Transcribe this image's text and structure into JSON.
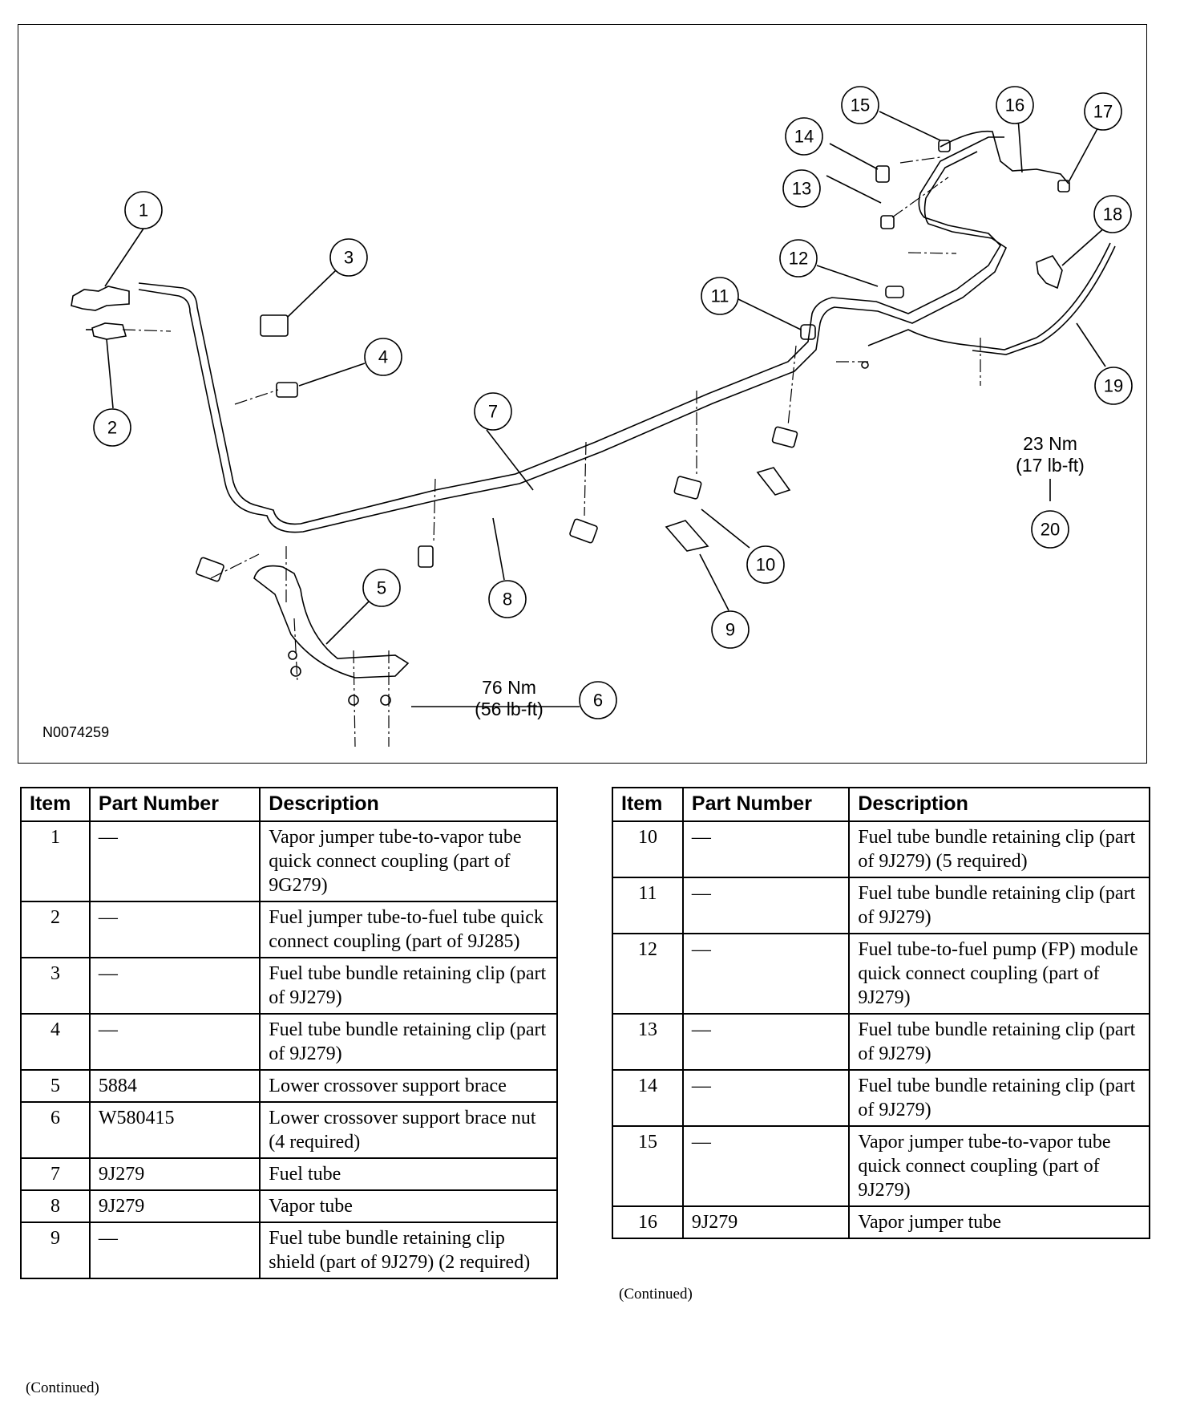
{
  "figure": {
    "id": "N0074259",
    "callouts": [
      "1",
      "2",
      "3",
      "4",
      "5",
      "6",
      "7",
      "8",
      "9",
      "10",
      "11",
      "12",
      "13",
      "14",
      "15",
      "16",
      "17",
      "18",
      "19",
      "20"
    ],
    "torque_6": {
      "nm": "76 Nm",
      "lbft": "(56 lb-ft)"
    },
    "torque_20": {
      "nm": "23 Nm",
      "lbft": "(17 lb-ft)"
    }
  },
  "headers": {
    "item": "Item",
    "part": "Part Number",
    "desc": "Description"
  },
  "table_left": [
    {
      "item": "1",
      "part": "—",
      "desc": "Vapor jumper tube-to-vapor tube quick connect coupling (part of 9G279)"
    },
    {
      "item": "2",
      "part": "—",
      "desc": "Fuel jumper tube-to-fuel tube quick connect coupling (part of 9J285)"
    },
    {
      "item": "3",
      "part": "—",
      "desc": "Fuel tube bundle retaining clip (part of 9J279)"
    },
    {
      "item": "4",
      "part": "—",
      "desc": "Fuel tube bundle retaining clip (part of 9J279)"
    },
    {
      "item": "5",
      "part": "5884",
      "desc": "Lower crossover support brace"
    },
    {
      "item": "6",
      "part": "W580415",
      "desc": "Lower crossover support brace nut (4 required)"
    },
    {
      "item": "7",
      "part": "9J279",
      "desc": "Fuel tube"
    },
    {
      "item": "8",
      "part": "9J279",
      "desc": "Vapor tube"
    },
    {
      "item": "9",
      "part": "—",
      "desc": "Fuel tube bundle retaining clip shield (part of 9J279) (2 required)"
    }
  ],
  "table_right": [
    {
      "item": "10",
      "part": "—",
      "desc": "Fuel tube bundle retaining clip (part of 9J279) (5 required)"
    },
    {
      "item": "11",
      "part": "—",
      "desc": "Fuel tube bundle retaining clip (part of 9J279)"
    },
    {
      "item": "12",
      "part": "—",
      "desc": "Fuel tube-to-fuel pump (FP) module quick connect coupling (part of 9J279)"
    },
    {
      "item": "13",
      "part": "—",
      "desc": "Fuel tube bundle retaining clip (part of 9J279)"
    },
    {
      "item": "14",
      "part": "—",
      "desc": "Fuel tube bundle retaining clip (part of 9J279)"
    },
    {
      "item": "15",
      "part": "—",
      "desc": "Vapor jumper tube-to-vapor tube quick connect coupling (part of 9J279)"
    },
    {
      "item": "16",
      "part": "9J279",
      "desc": "Vapor jumper tube"
    }
  ],
  "continued_label": "(Continued)"
}
